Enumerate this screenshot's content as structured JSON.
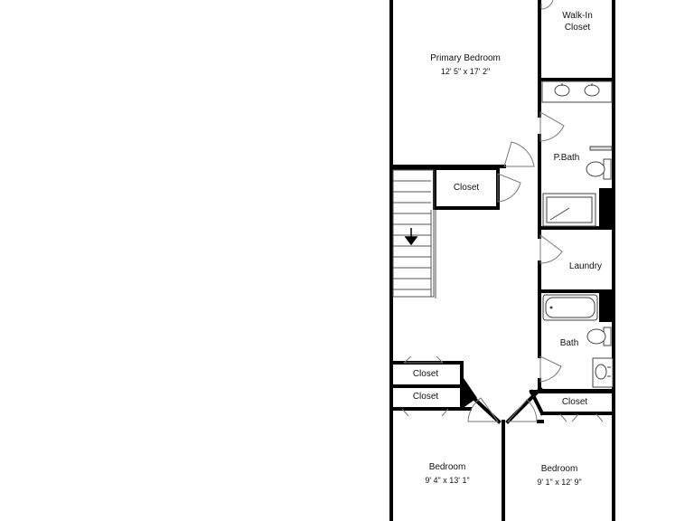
{
  "rooms": {
    "primary_bedroom": {
      "name": "Primary Bedroom",
      "size": "12' 5\" x 17' 2\""
    },
    "walk_in_closet": {
      "name_line1": "Walk-In",
      "name_line2": "Closet"
    },
    "p_bath": {
      "name": "P.Bath"
    },
    "closet_center": {
      "name": "Closet"
    },
    "laundry": {
      "name": "Laundry"
    },
    "bath": {
      "name": "Bath"
    },
    "closet_upper_left": {
      "name": "Closet"
    },
    "closet_lower_left": {
      "name": "Closet"
    },
    "closet_right": {
      "name": "Closet"
    },
    "bedroom_left": {
      "name": "Bedroom",
      "size": "9' 4\" x 13' 1\""
    },
    "bedroom_right": {
      "name": "Bedroom",
      "size": "9' 1\" x 12' 9\""
    }
  },
  "stairs": {
    "direction": "down",
    "arrow_icon": "arrow-down-icon"
  },
  "colors": {
    "wall": "#000000",
    "line": "#222222",
    "fixture": "#9a9a9a",
    "background": "#ffffff"
  }
}
